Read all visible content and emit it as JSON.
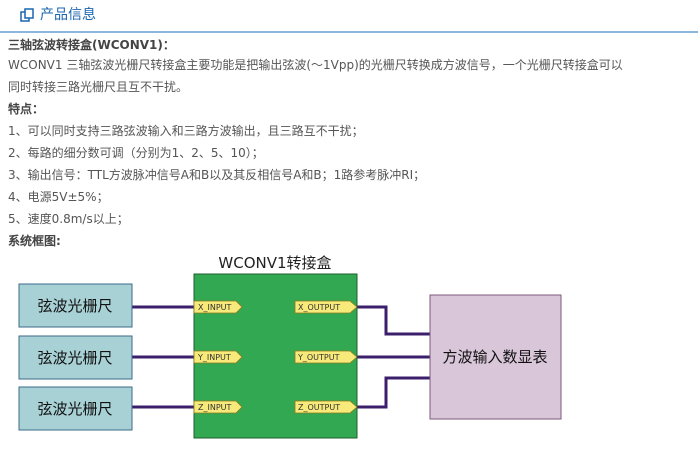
{
  "header": {
    "title": "产品信息",
    "icon": "copy-icon",
    "accent_color": "#1a66b0"
  },
  "content": {
    "product_title": "三轴弦波转接盒(WCONV1)：",
    "intro_line1": "WCONV1 三轴弦波光栅尺转接盒主要功能是把输出弦波(～1Vpp)的光栅尺转换成方波信号，一个光栅尺转接盒可以",
    "intro_line2": "同时转接三路光栅尺且互不干扰。",
    "features_heading": "特点：",
    "features": [
      "1、可以同时支持三路弦波输入和三路方波输出，且三路互不干扰；",
      "2、每路的细分数可调（分别为1、2、5、10）；",
      "3、输出信号：TTL方波脉冲信号A和B以及其反相信号A和B；1路参考脉冲RI；",
      "4、电源5V±5%；",
      "5、速度0.8m/s以上；"
    ],
    "diagram_heading": "系统框图:"
  },
  "diagram": {
    "box_title": "WCONV1转接盒",
    "inputs": [
      "弦波光栅尺",
      "弦波光栅尺",
      "弦波光栅尺"
    ],
    "in_ports": [
      "X_INPUT",
      "Y_INPUT",
      "Z_INPUT"
    ],
    "out_ports": [
      "X_OUTPUT",
      "Y_OUTPUT",
      "Z_OUTPUT"
    ],
    "output_box": "方波输入数显表",
    "colors": {
      "input_fill": "#a8d1d6",
      "converter_fill": "#33a853",
      "port_fill": "#f7ea7a",
      "output_fill": "#d9c6d9",
      "wire": "#3b1f6b"
    }
  }
}
